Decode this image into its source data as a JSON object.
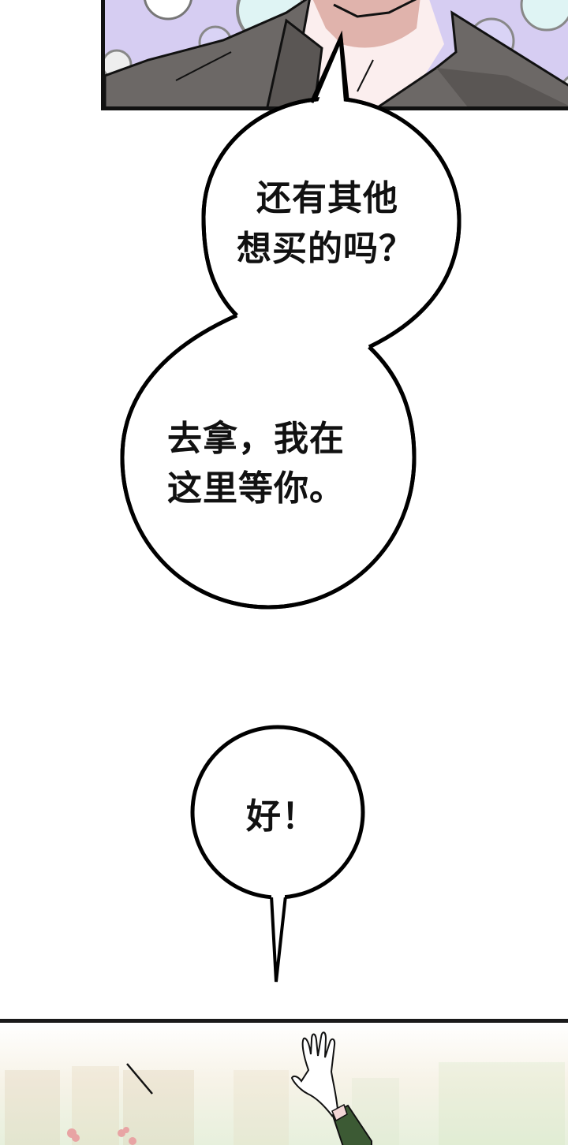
{
  "page": {
    "background": "#ffffff"
  },
  "panels": [
    {
      "id": "top-panel",
      "description": "Close-up of man's neck and collar in dark jacket against lavender polka-dot background",
      "colors": {
        "background": "#d6cdf2",
        "jacket": "#5f5b58",
        "skin": "#fbeeee",
        "shadow": "#e0b3ac",
        "dots_teal": "#8fd8d8",
        "dots_purple": "#7b6ad6"
      }
    },
    {
      "id": "bottom-panel",
      "description": "Raised hand waving in green sleeve against blurred bright background",
      "colors": {
        "background": "#f4f6ee",
        "sleeve": "#3c5a34",
        "hand": "#ffffff",
        "blush": "#e8a4a4"
      }
    }
  ],
  "bubbles": [
    {
      "id": "bubble-1",
      "lines": [
        "还有其他",
        "想买的吗？"
      ]
    },
    {
      "id": "bubble-2",
      "lines": [
        "去拿，我在",
        "这里等你。"
      ]
    },
    {
      "id": "bubble-3",
      "lines": [
        "好！"
      ]
    }
  ]
}
